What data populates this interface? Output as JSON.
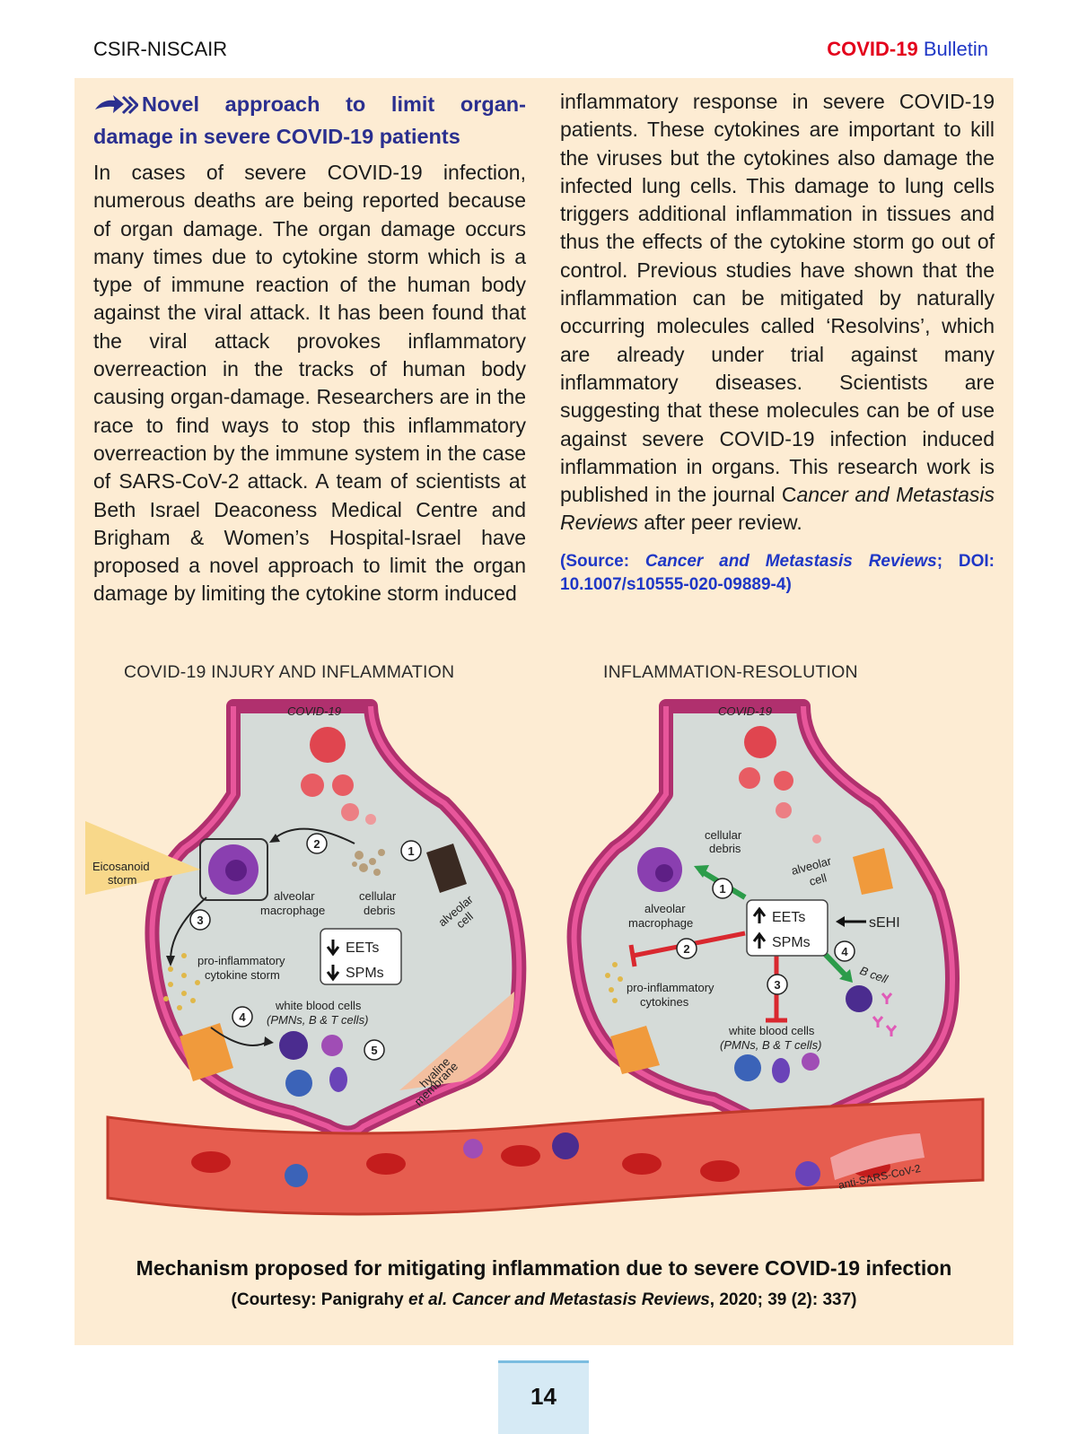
{
  "header": {
    "org": "CSIR-NISCAIR",
    "covid": "COVID-19",
    "bulletin": "Bulletin"
  },
  "article": {
    "title": "Novel approach to limit organ-damage in severe COVID-19 patients",
    "left_text": "In cases of severe COVID-19 infection, numerous deaths are being reported because of organ damage. The organ damage occurs many times due to cytokine storm which is a type of immune reaction of the human body against the viral attack. It has been found that the viral attack provokes inflammatory overreaction in the tracks of human body causing organ-damage. Researchers are in the race to find ways to stop this inflammatory overreaction by the immune system in the case of SARS-CoV-2 attack. A team of scientists at Beth Israel Deaconess Medical Centre and Brigham & Women’s Hospital-Israel have proposed a novel approach to limit the organ damage by limiting the cytokine storm induced",
    "right_text_1": "inflammatory response in severe COVID-19 patients. These cytokines are important to kill the viruses but the cytokines also damage the infected lung cells. This damage to lung cells triggers additional inflammation in tissues and thus the effects of the cytokine storm go out of control. Previous studies have shown that the inflammation can be mitigated by naturally occurring molecules called ‘Resolvins’, which are already under trial against many inflammatory diseases. Scientists are suggesting that these molecules can be of use against severe COVID-19 infection induced inflammation in organs. This research work is published in the journal C",
    "right_text_journal": "ancer and Metastasis Reviews",
    "right_text_2": " after peer review.",
    "source_prefix": "(Source: ",
    "source_journal": "Cancer and Metastasis Reviews",
    "source_suffix": "; DOI: 10.1007/s10555-020-09889-4)"
  },
  "figure": {
    "left_title": "COVID-19 INJURY AND INFLAMMATION",
    "right_title": "INFLAMMATION-RESOLUTION",
    "labels": {
      "covid_left": "COVID-19",
      "covid_right": "COVID-19",
      "eicosanoid_1": "Eicosanoid",
      "eicosanoid_2": "storm",
      "alveolar_macrophage_l1": "alveolar",
      "alveolar_macrophage_l2": "macrophage",
      "cellular_debris_l1": "cellular",
      "cellular_debris_l2": "debris",
      "alveolar_cell_l1": "alveolar",
      "alveolar_cell_l2": "cell",
      "proinflam_storm_l1": "pro-inflammatory",
      "proinflam_storm_l2": "cytokine storm",
      "eets_down": "EETs",
      "spms_down": "SPMs",
      "wbc_l1": "white blood cells",
      "wbc_l2": "(PMNs, B & T cells)",
      "hyaline_l1": "hyaline",
      "hyaline_l2": "membrane",
      "r_cellular_debris_l1": "cellular",
      "r_cellular_debris_l2": "debris",
      "r_alveolar_cell_l1": "alveolar",
      "r_alveolar_cell_l2": "cell",
      "r_alveolar_macrophage_l1": "alveolar",
      "r_alveolar_macrophage_l2": "macrophage",
      "eets_up": "EETs",
      "spms_up": "SPMs",
      "sehi": "sEHI",
      "r_proinflam_l1": "pro-inflammatory",
      "r_proinflam_l2": "cytokines",
      "b_cell": "B cell",
      "r_wbc_l1": "white blood cells",
      "r_wbc_l2": "(PMNs, B & T cells)",
      "anti_sars": "anti-SARS-CoV-2",
      "n1": "1",
      "n2": "2",
      "n3": "3",
      "n4": "4",
      "n5": "5"
    }
  },
  "caption": {
    "main": "Mechanism proposed for mitigating inflammation due to severe COVID-19 infection",
    "courtesy_prefix": "(Courtesy: Panigrahy ",
    "courtesy_etal": "et al. Cancer and Metastasis Reviews",
    "courtesy_suffix": ", 2020; 39 (2): 337)"
  },
  "page_number": "14",
  "colors": {
    "brand_red": "#e3001b",
    "brand_blue": "#1f37c6",
    "heading_blue": "#2a2f8f",
    "panel_bg": "#fdecd3"
  }
}
